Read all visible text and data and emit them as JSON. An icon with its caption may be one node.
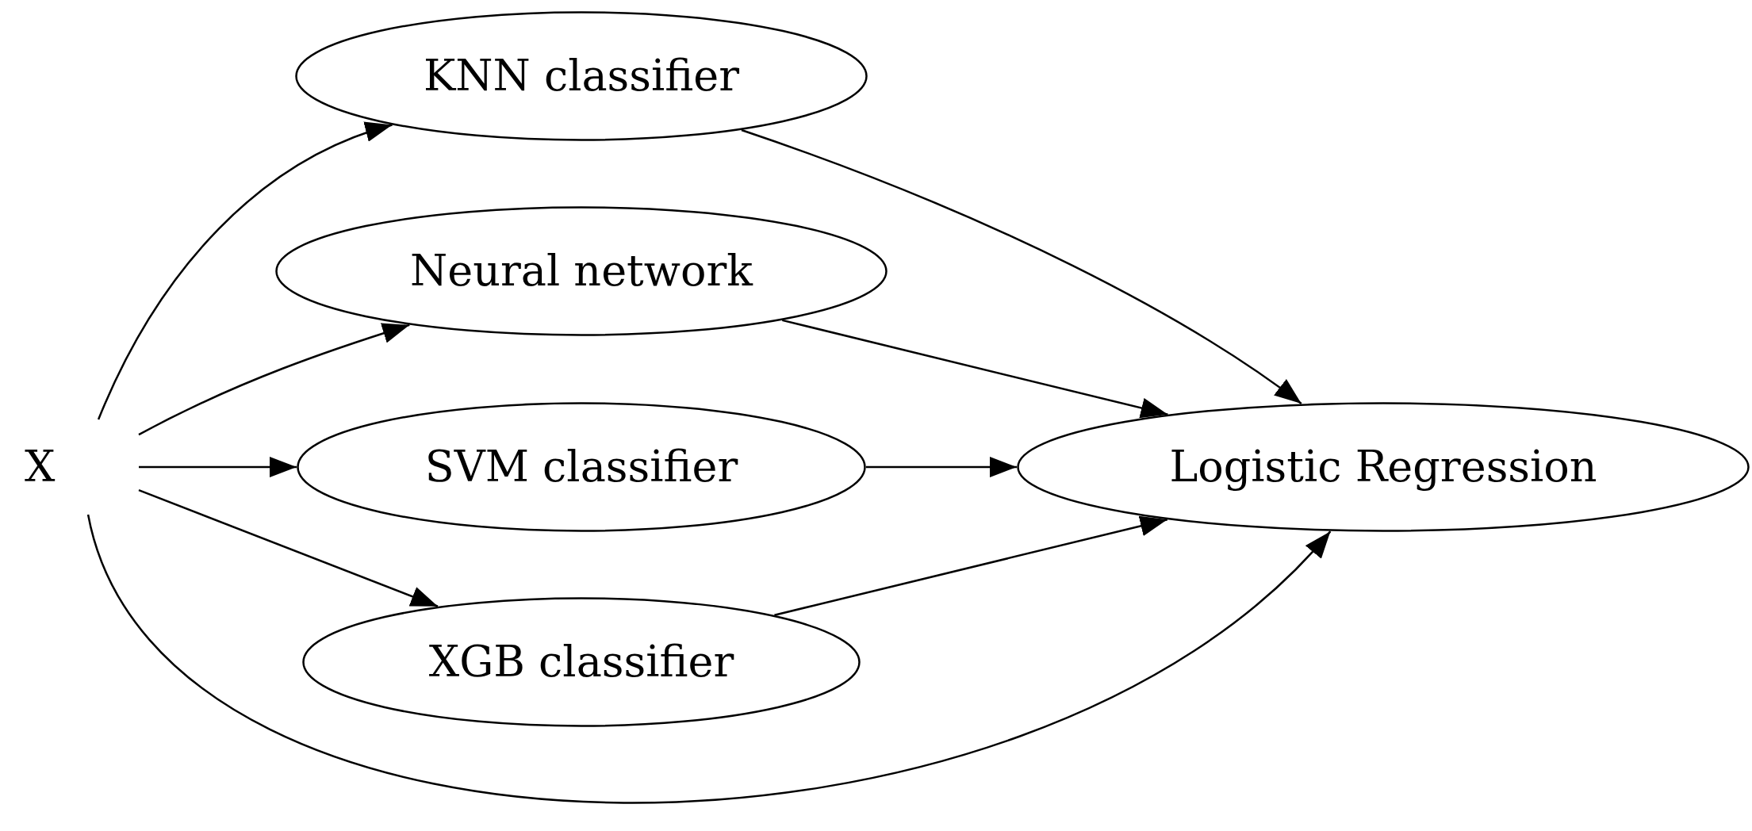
{
  "diagram": {
    "nodes": [
      {
        "text": [
          "X"
        ]
      },
      {
        "text": [
          "KNN classifier"
        ]
      },
      {
        "text": [
          "Neural network"
        ]
      },
      {
        "text": [
          "SVM classifier"
        ]
      },
      {
        "text": [
          "XGB classifier"
        ]
      },
      {
        "text": [
          "Logistic Regression"
        ]
      }
    ],
    "edges": [
      {
        "from": 0,
        "to": 1,
        "arrow": "to"
      },
      {
        "from": 0,
        "to": 2,
        "arrow": "to"
      },
      {
        "from": 0,
        "to": 3,
        "arrow": "to"
      },
      {
        "from": 0,
        "to": 4,
        "arrow": "to"
      },
      {
        "from": 0,
        "to": 5,
        "arrow": "to"
      },
      {
        "from": 1,
        "to": 5,
        "arrow": "to"
      },
      {
        "from": 2,
        "to": 5,
        "arrow": "to"
      },
      {
        "from": 3,
        "to": 5,
        "arrow": "to"
      },
      {
        "from": 4,
        "to": 5,
        "arrow": "to"
      }
    ]
  }
}
